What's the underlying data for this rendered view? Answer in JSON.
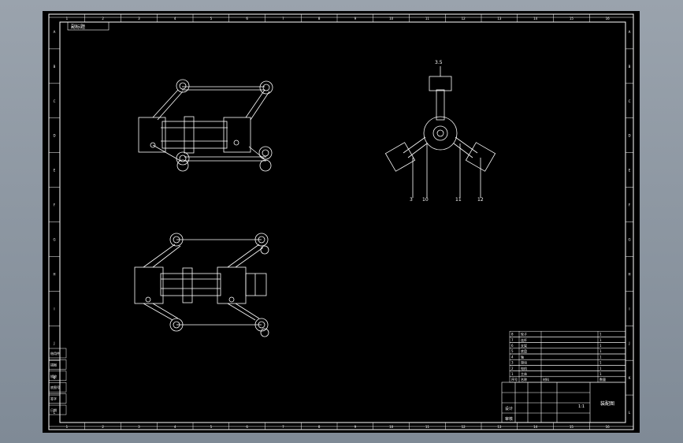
{
  "drawing": {
    "tab_label": "副标题",
    "top_columns": [
      "1",
      "2",
      "3",
      "4",
      "5",
      "6",
      "7",
      "8",
      "9",
      "10",
      "11",
      "12",
      "13",
      "14",
      "15",
      "16"
    ],
    "side_rows": [
      "A",
      "B",
      "C",
      "D",
      "E",
      "F",
      "G",
      "H",
      "I",
      "J",
      "K",
      "L"
    ],
    "top_view_callouts": [
      "3.5",
      "3",
      "10",
      "11",
      "12"
    ],
    "colors": {
      "paper": "#000000",
      "ink": "#ffffff",
      "background": "#8b95a1"
    }
  },
  "bom": {
    "headers": [
      "序号",
      "名称",
      "材料",
      "数量"
    ],
    "rows": [
      [
        "8",
        "轮子",
        "",
        "1"
      ],
      [
        "7",
        "连杆",
        "",
        "1"
      ],
      [
        "6",
        "支架",
        "",
        "1"
      ],
      [
        "5",
        "底盘",
        "",
        "1"
      ],
      [
        "4",
        "轴",
        "",
        "1"
      ],
      [
        "3",
        "滑块",
        "",
        "1"
      ],
      [
        "2",
        "电机",
        "",
        "1"
      ],
      [
        "1",
        "主体",
        "",
        "1"
      ]
    ]
  },
  "title_block": {
    "title": "装配图",
    "scale": "1:1",
    "designer": "设计",
    "checker": "审核"
  },
  "left_stamp": [
    "借用件",
    "描图",
    "描校",
    "底图号",
    "签字",
    "日期"
  ]
}
